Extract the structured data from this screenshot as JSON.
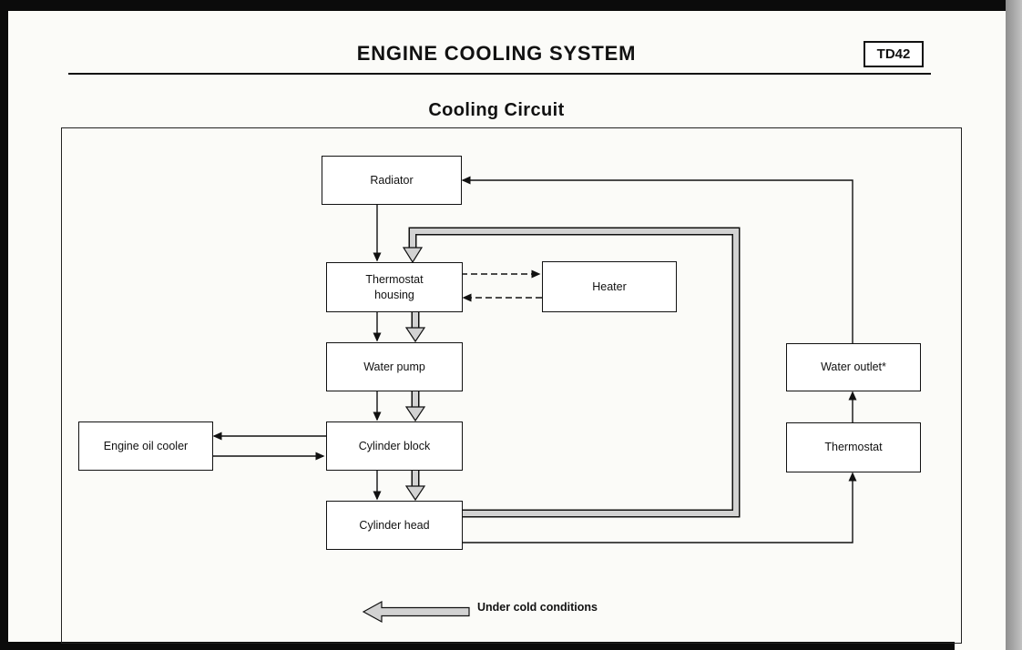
{
  "page": {
    "header_title": "ENGINE COOLING SYSTEM",
    "model_badge": "TD42",
    "diagram_title": "Cooling Circuit"
  },
  "diagram": {
    "nodes": {
      "radiator": "Radiator",
      "thermostat_housing": "Thermostat\nhousing",
      "heater": "Heater",
      "water_pump": "Water pump",
      "engine_oil_cooler": "Engine oil cooler",
      "cylinder_block": "Cylinder block",
      "cylinder_head": "Cylinder head",
      "water_outlet": "Water outlet*",
      "thermostat": "Thermostat"
    },
    "legend_label": "Under cold conditions",
    "colors": {
      "line": "#111111",
      "cold_path_fill": "#d2d2d2"
    }
  }
}
